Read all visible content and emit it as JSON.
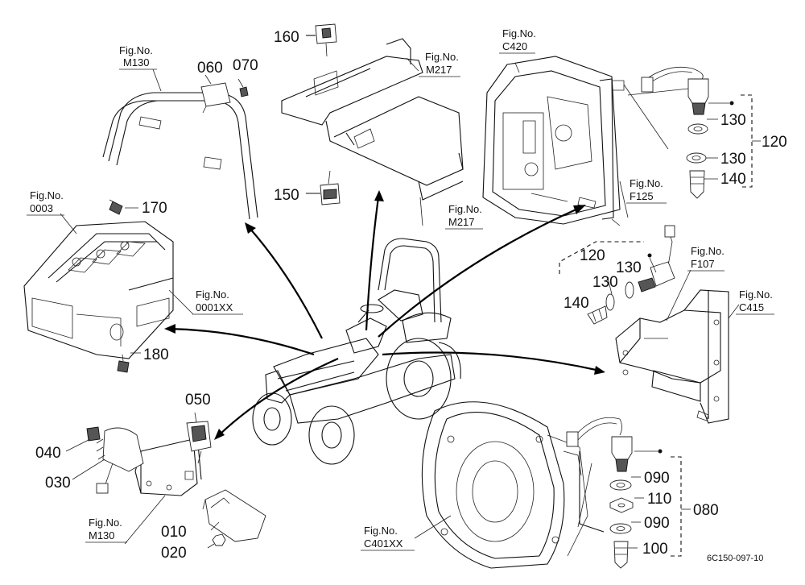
{
  "parts": {
    "p010": "010",
    "p020": "020",
    "p030": "030",
    "p040": "040",
    "p050": "050",
    "p060": "060",
    "p070": "070",
    "p080": "080",
    "p090a": "090",
    "p090b": "090",
    "p100": "100",
    "p110": "110",
    "p120a": "120",
    "p120b": "120",
    "p130a": "130",
    "p130b": "130",
    "p130c": "130",
    "p130d": "130",
    "p140a": "140",
    "p140b": "140",
    "p150": "150",
    "p160": "160",
    "p170": "170",
    "p180": "180"
  },
  "figs": {
    "fig_label": "Fig.No.",
    "m130_top": "M130",
    "m217_top": "M217",
    "m217_mid": "M217",
    "c420": "C420",
    "f125": "F125",
    "f107": "F107",
    "c415": "C415",
    "f0003": "0003",
    "f0001xx": "0001XX",
    "m130_bottom": "M130",
    "c401xx": "C401XX"
  },
  "drawing_code": "6C150-097-10"
}
